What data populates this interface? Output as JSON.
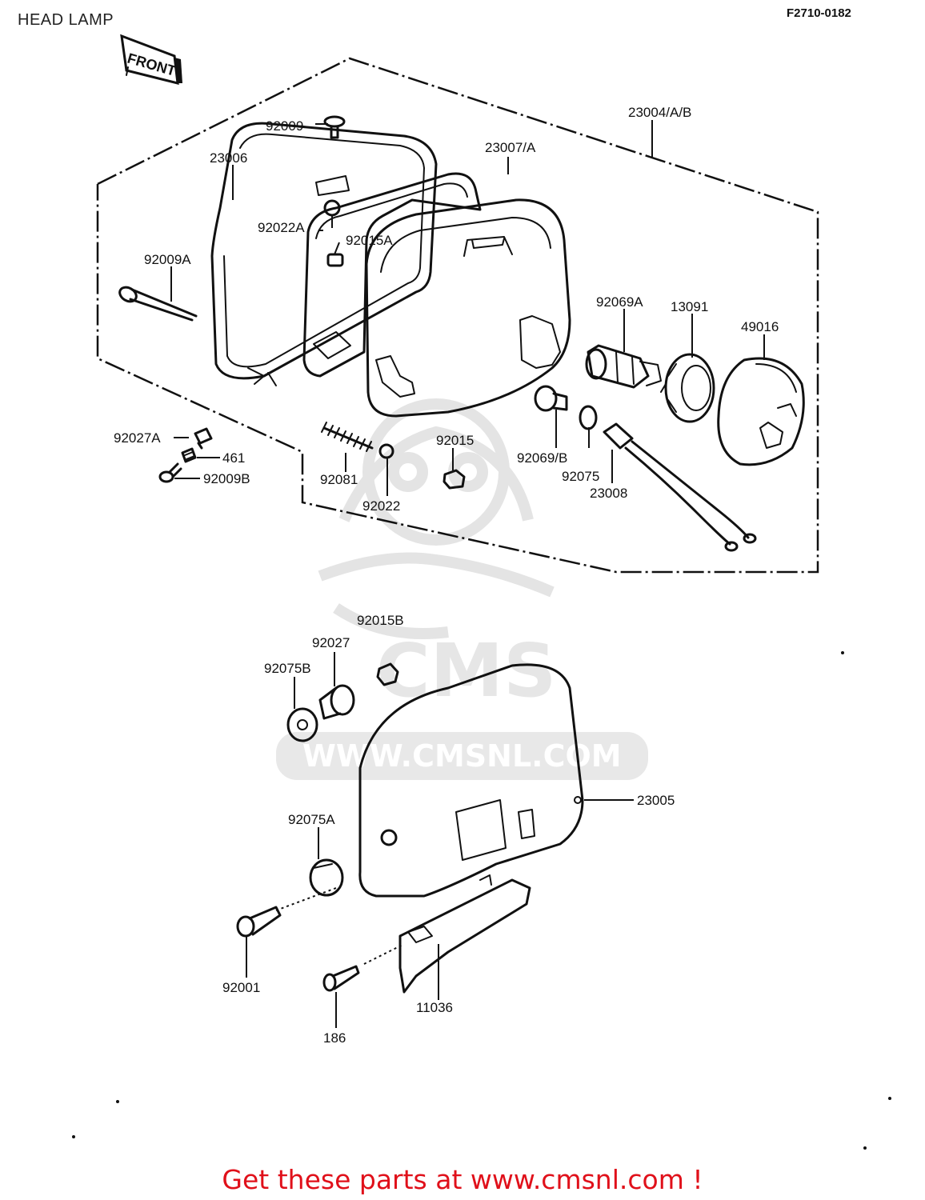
{
  "header": {
    "title": "HEAD LAMP",
    "figure_code": "F2710-0182"
  },
  "orientation": {
    "label": "FRONT"
  },
  "parts": {
    "p92009": "92009",
    "p23004": "23004/A/B",
    "p23006": "23006",
    "p23007": "23007/A",
    "p92022A": "92022A",
    "p92015A": "92015A",
    "p92009A": "92009A",
    "p92069A": "92069A",
    "p13091": "13091",
    "p49016": "49016",
    "p92027A": "92027A",
    "p461": "461",
    "p92009B": "92009B",
    "p92081": "92081",
    "p92022": "92022",
    "p92015": "92015",
    "p92069B": "92069/B",
    "p92075": "92075",
    "p23008": "23008",
    "p92015B": "92015B",
    "p92027": "92027",
    "p92075B": "92075B",
    "p23005": "23005",
    "p92075A": "92075A",
    "p92001": "92001",
    "p11036": "11036",
    "p186": "186"
  },
  "watermark": {
    "brand": "CMS",
    "url": "WWW.CMSNL.COM"
  },
  "footer": {
    "cta": "Get these parts at www.cmsnl.com !",
    "cta_color": "#e0101a"
  }
}
